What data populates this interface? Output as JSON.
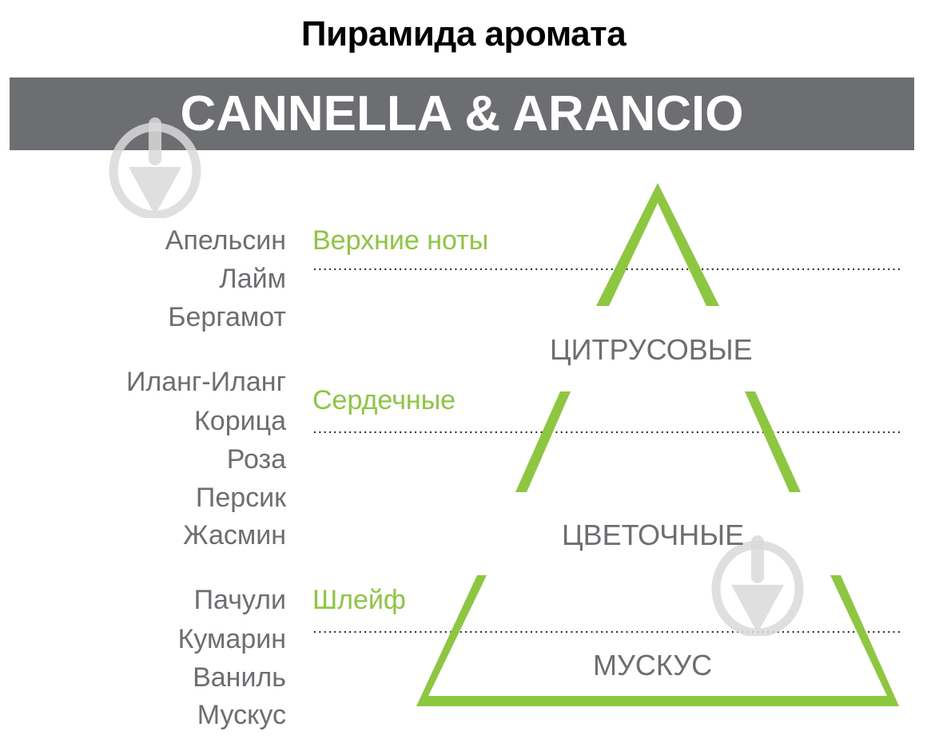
{
  "header": {
    "title": "Пирамида аромата",
    "product_name": "CANNELLA & ARANCIO"
  },
  "colors": {
    "banner_bg": "#6d6e71",
    "accent_green": "#8dc63f",
    "text_gray": "#6d6e71",
    "watermark_gray": "#d9d9d9"
  },
  "tiers": [
    {
      "label": "Верхние ноты",
      "category": "ЦИТРУСОВЫЕ",
      "ingredients": [
        "Апельсин",
        "Лайм",
        "Бергамот"
      ]
    },
    {
      "label": "Сердечные",
      "category": "ЦВЕТОЧНЫЕ",
      "ingredients": [
        "Иланг-Иланг",
        "Корица",
        "Роза",
        "Персик",
        "Жасмин"
      ]
    },
    {
      "label": "Шлейф",
      "category": "МУСКУС",
      "ingredients": [
        "Пачули",
        "Кумарин",
        "Ваниль",
        "Мускус"
      ]
    }
  ],
  "icons": {
    "watermark": "download-arrow-circle-icon"
  }
}
